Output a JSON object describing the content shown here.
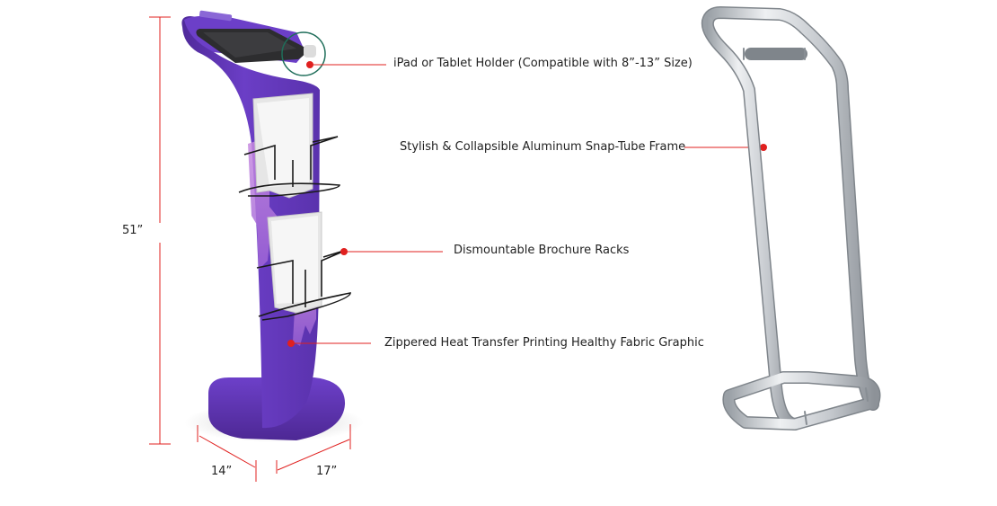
{
  "callouts": [
    {
      "id": "tablet-holder",
      "text": "iPad or Tablet Holder (Compatible with 8”-13” Size)"
    },
    {
      "id": "frame",
      "text": "Stylish & Collapsible Aluminum Snap-Tube Frame"
    },
    {
      "id": "racks",
      "text": "Dismountable Brochure Racks"
    },
    {
      "id": "graphic",
      "text": "Zippered Heat Transfer Printing Healthy Fabric Graphic"
    }
  ],
  "dimensions": {
    "height": "51”",
    "width": "14”",
    "depth": "17”"
  },
  "colors": {
    "accent_red": "#e0201f",
    "stand_purple": "#6a3cc0",
    "frame_silver": "#c9cdd2"
  }
}
